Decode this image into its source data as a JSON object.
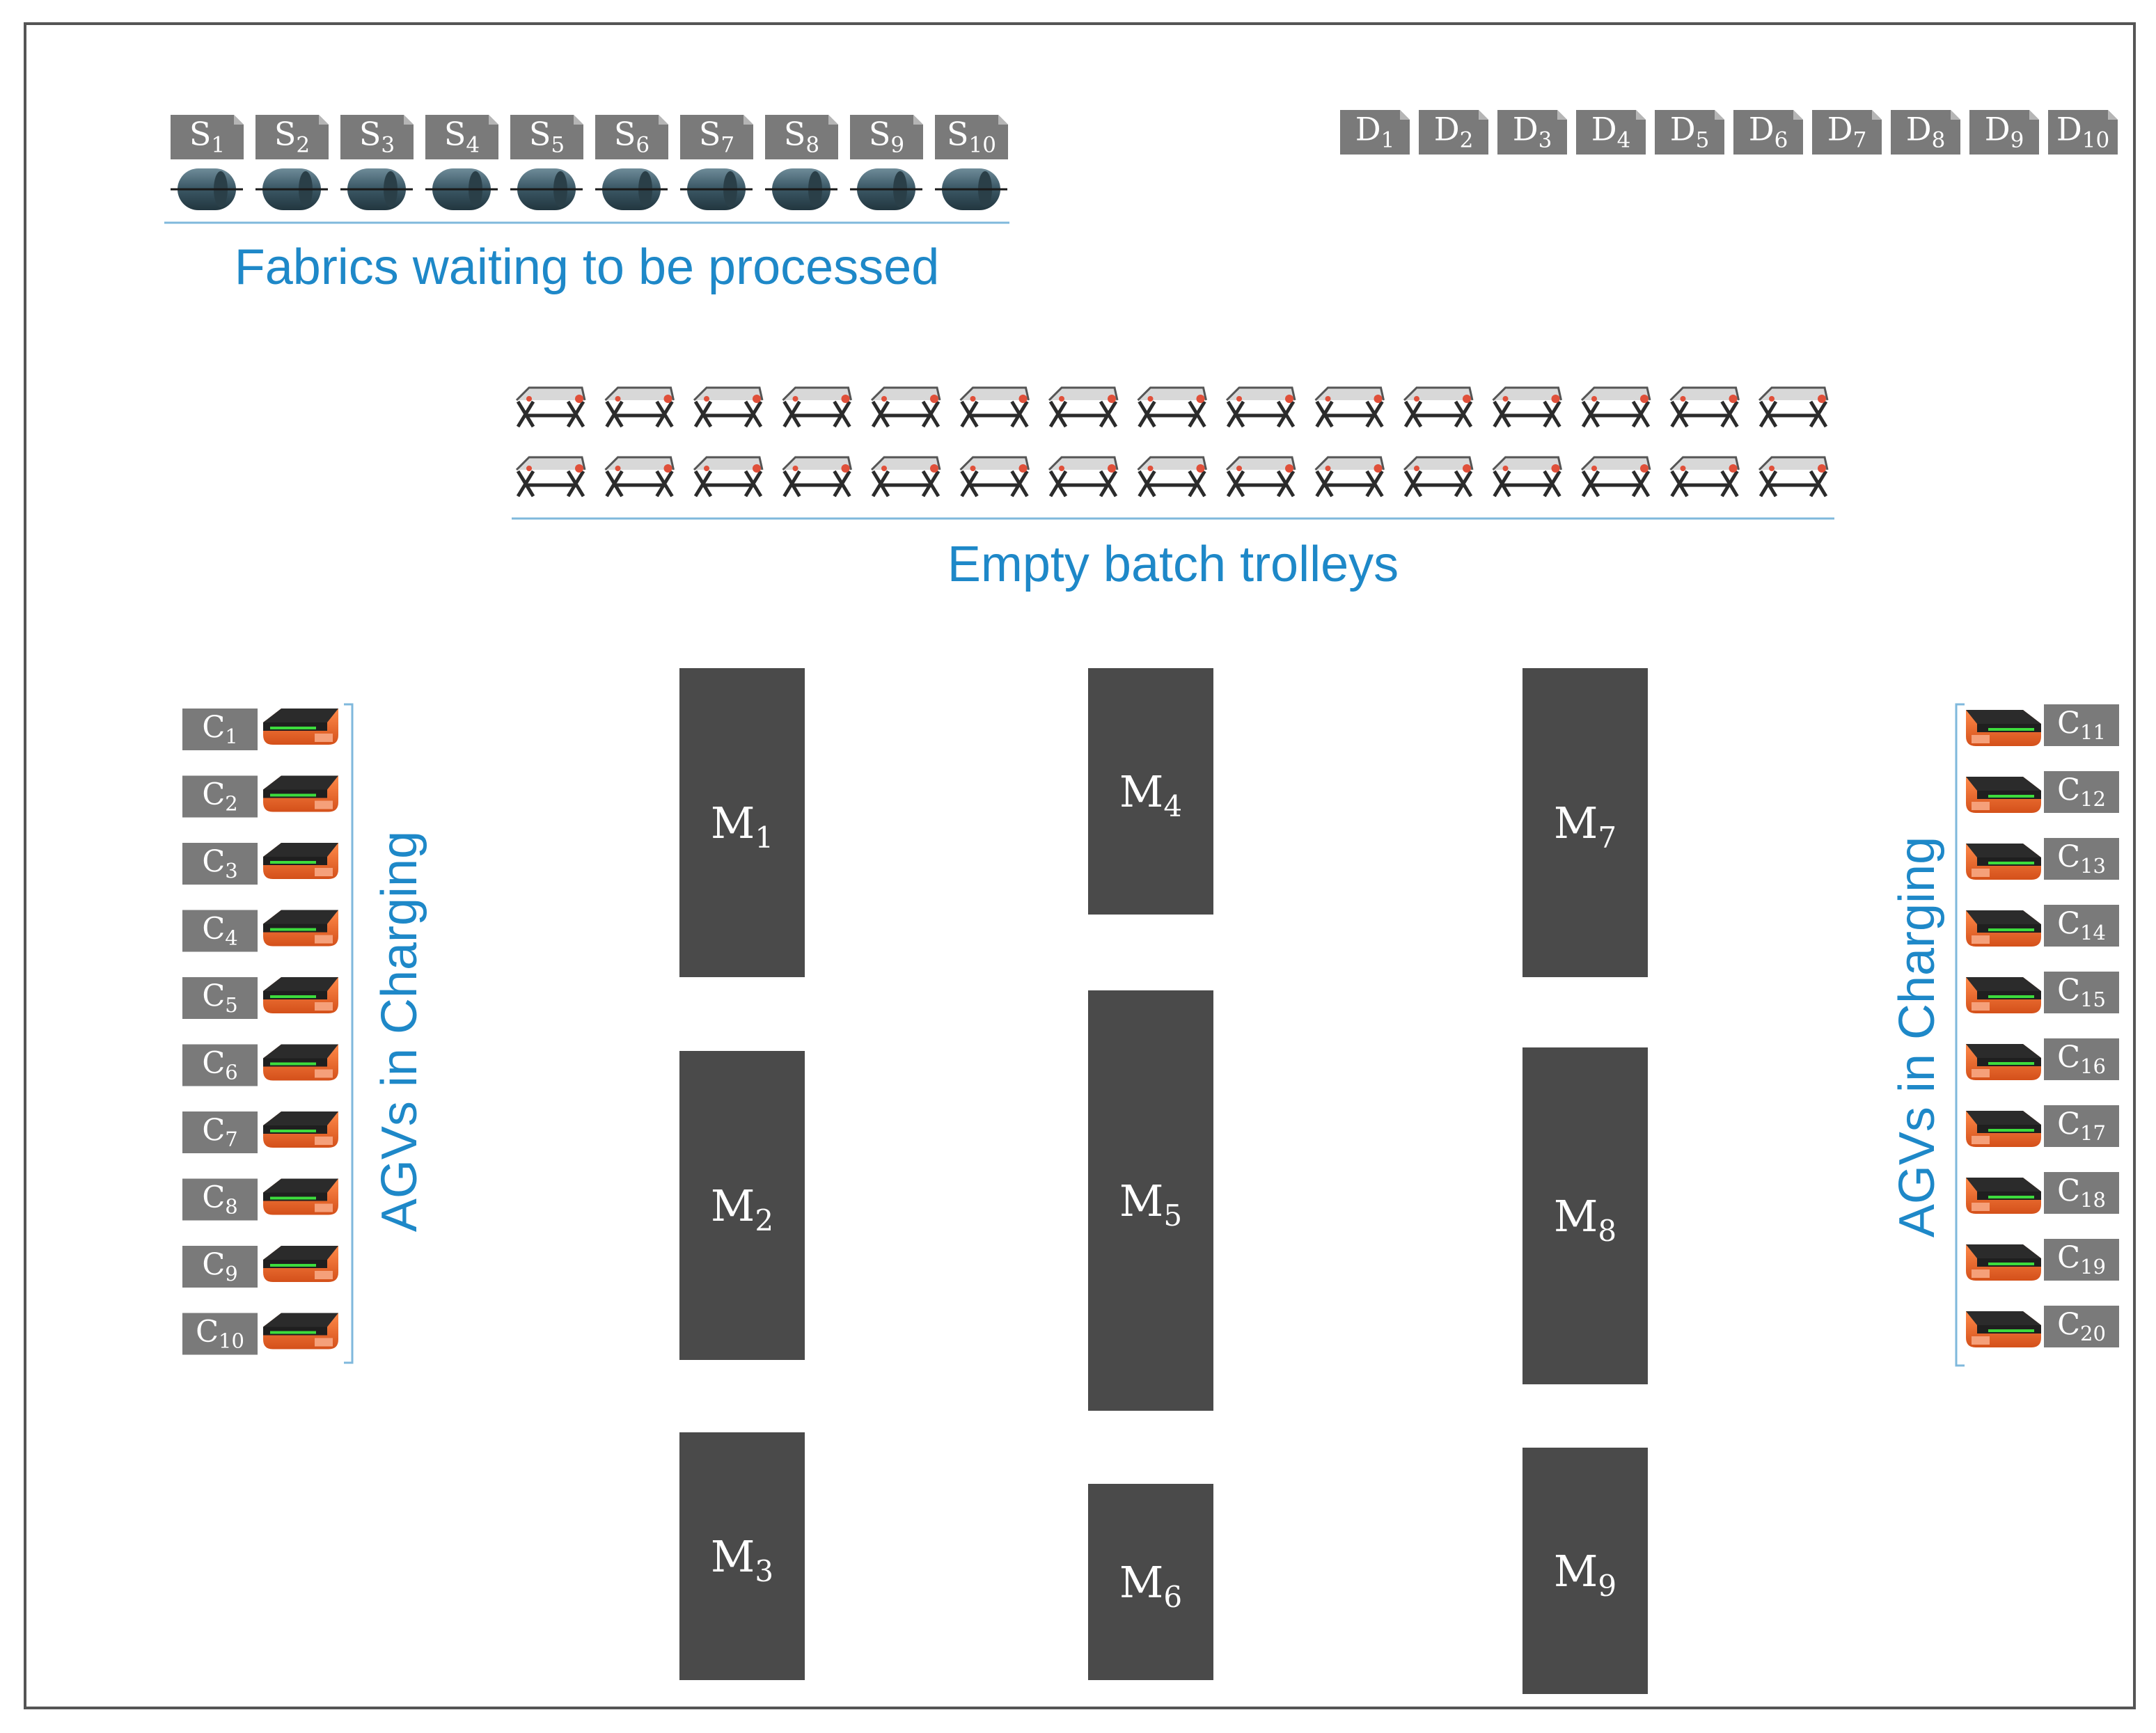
{
  "labels": {
    "fabrics_caption": "Fabrics waiting to be processed",
    "trolleys_caption": "Empty batch trolleys",
    "agv_left_caption": "AGVs in Charging",
    "agv_right_caption": "AGVs in Charging"
  },
  "source_stations": [
    {
      "letter": "S",
      "index": "1"
    },
    {
      "letter": "S",
      "index": "2"
    },
    {
      "letter": "S",
      "index": "3"
    },
    {
      "letter": "S",
      "index": "4"
    },
    {
      "letter": "S",
      "index": "5"
    },
    {
      "letter": "S",
      "index": "6"
    },
    {
      "letter": "S",
      "index": "7"
    },
    {
      "letter": "S",
      "index": "8"
    },
    {
      "letter": "S",
      "index": "9"
    },
    {
      "letter": "S",
      "index": "10"
    }
  ],
  "destination_stations": [
    {
      "letter": "D",
      "index": "1"
    },
    {
      "letter": "D",
      "index": "2"
    },
    {
      "letter": "D",
      "index": "3"
    },
    {
      "letter": "D",
      "index": "4"
    },
    {
      "letter": "D",
      "index": "5"
    },
    {
      "letter": "D",
      "index": "6"
    },
    {
      "letter": "D",
      "index": "7"
    },
    {
      "letter": "D",
      "index": "8"
    },
    {
      "letter": "D",
      "index": "9"
    },
    {
      "letter": "D",
      "index": "10"
    }
  ],
  "machines": [
    {
      "letter": "M",
      "index": "1"
    },
    {
      "letter": "M",
      "index": "2"
    },
    {
      "letter": "M",
      "index": "3"
    },
    {
      "letter": "M",
      "index": "4"
    },
    {
      "letter": "M",
      "index": "5"
    },
    {
      "letter": "M",
      "index": "6"
    },
    {
      "letter": "M",
      "index": "7"
    },
    {
      "letter": "M",
      "index": "8"
    },
    {
      "letter": "M",
      "index": "9"
    }
  ],
  "chargers_left": [
    {
      "letter": "C",
      "index": "1"
    },
    {
      "letter": "C",
      "index": "2"
    },
    {
      "letter": "C",
      "index": "3"
    },
    {
      "letter": "C",
      "index": "4"
    },
    {
      "letter": "C",
      "index": "5"
    },
    {
      "letter": "C",
      "index": "6"
    },
    {
      "letter": "C",
      "index": "7"
    },
    {
      "letter": "C",
      "index": "8"
    },
    {
      "letter": "C",
      "index": "9"
    },
    {
      "letter": "C",
      "index": "10"
    }
  ],
  "chargers_right": [
    {
      "letter": "C",
      "index": "11"
    },
    {
      "letter": "C",
      "index": "12"
    },
    {
      "letter": "C",
      "index": "13"
    },
    {
      "letter": "C",
      "index": "14"
    },
    {
      "letter": "C",
      "index": "15"
    },
    {
      "letter": "C",
      "index": "16"
    },
    {
      "letter": "C",
      "index": "17"
    },
    {
      "letter": "C",
      "index": "18"
    },
    {
      "letter": "C",
      "index": "19"
    },
    {
      "letter": "C",
      "index": "20"
    }
  ],
  "trolley_grid": {
    "rows": 2,
    "per_row": 15
  },
  "icons": {
    "fabric_roll": "fabric-roll-icon",
    "trolley": "batch-trolley-icon",
    "agv": "agv-icon"
  },
  "colors": {
    "caption_blue": "#1e88c8",
    "block_fill": "#4a4a4a",
    "tag_fill": "#7a7a7a",
    "roll_fill": "#3d5a68",
    "agv_orange": "#f26522",
    "agv_dark": "#2b2b2b",
    "agv_green": "#3ddc3d",
    "trolley_red": "#e0503a"
  }
}
